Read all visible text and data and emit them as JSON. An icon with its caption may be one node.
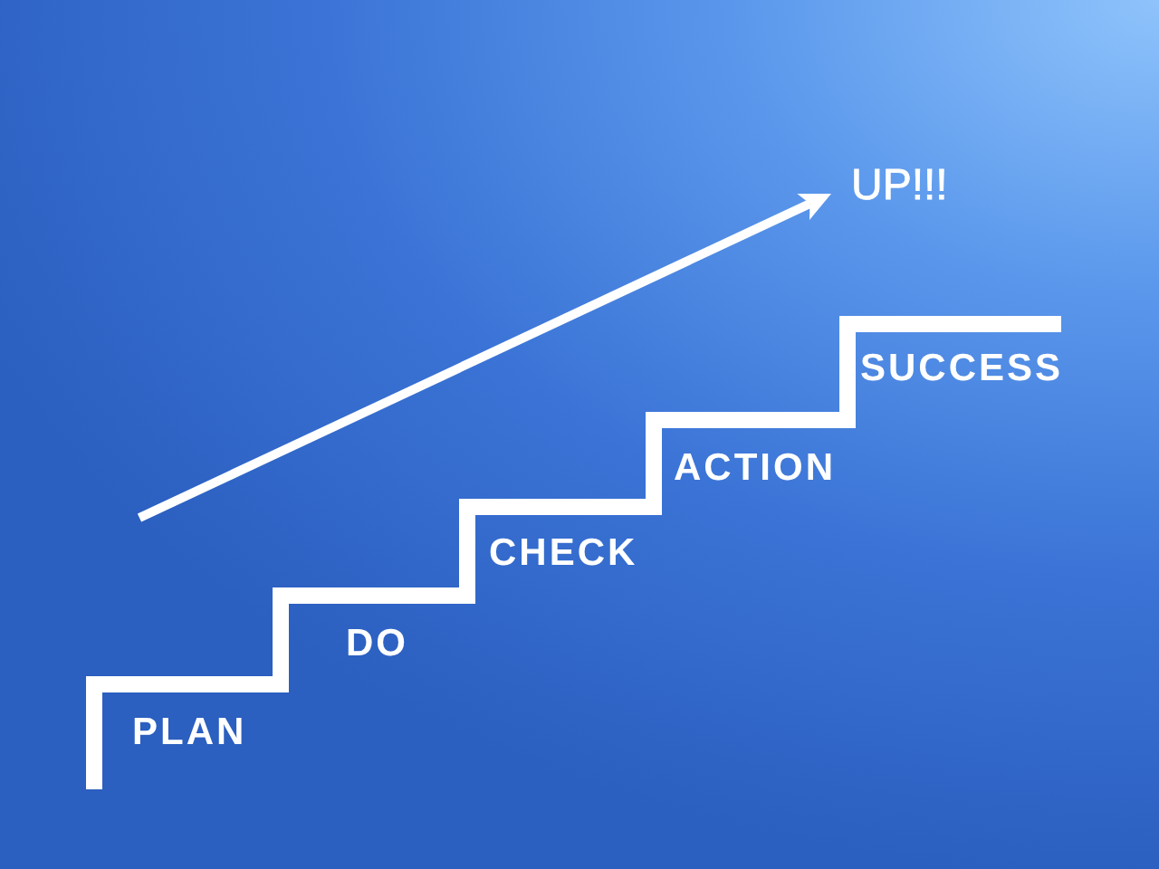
{
  "diagram": {
    "labels": [
      "UP!!!",
      "PLAN",
      "DO",
      "CHECK",
      "ACTION",
      "SUCCESS"
    ]
  }
}
